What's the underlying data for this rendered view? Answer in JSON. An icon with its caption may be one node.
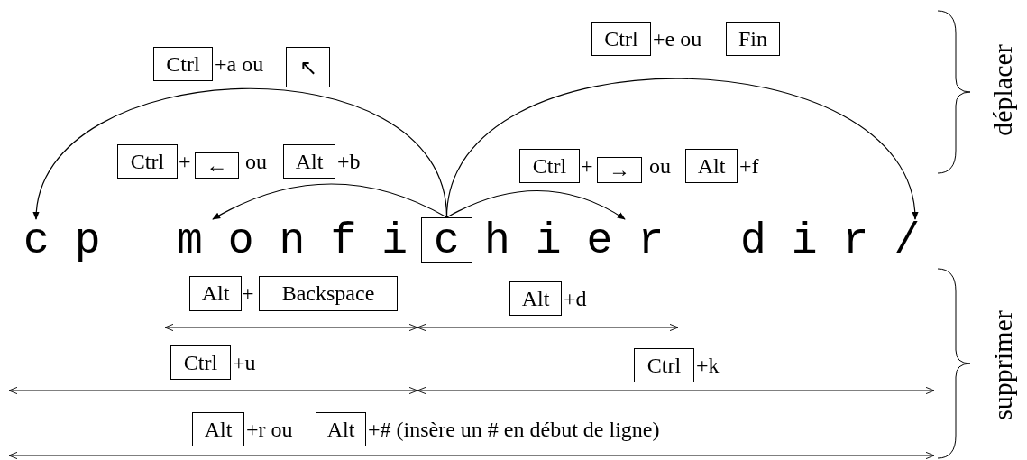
{
  "diagram": {
    "nodes": [
      {
        "text": [
          "Ctrl"
        ]
      },
      {
        "text": [
          "Fin"
        ]
      },
      {
        "text": [
          "Ctrl"
        ]
      },
      {
        "text": [
          "↖"
        ]
      },
      {
        "text": [
          "Ctrl"
        ]
      },
      {
        "text": [
          "←"
        ]
      },
      {
        "text": [
          "Alt"
        ]
      },
      {
        "text": [
          "Ctrl"
        ]
      },
      {
        "text": [
          "→"
        ]
      },
      {
        "text": [
          "Alt"
        ]
      },
      {
        "text": [
          "cp"
        ]
      },
      {
        "text": [
          "monfi"
        ]
      },
      {
        "text": [
          "c"
        ]
      },
      {
        "text": [
          "hier"
        ]
      },
      {
        "text": [
          "dir/"
        ]
      },
      {
        "text": [
          "Alt"
        ]
      },
      {
        "text": [
          "Backspace"
        ]
      },
      {
        "text": [
          "Alt"
        ]
      },
      {
        "text": [
          "Ctrl"
        ]
      },
      {
        "text": [
          "Ctrl"
        ]
      },
      {
        "text": [
          "Alt"
        ]
      },
      {
        "text": [
          "Alt"
        ]
      }
    ],
    "edges": [
      {
        "from": 12,
        "to": 10,
        "arrow": "to"
      },
      {
        "from": 12,
        "to": 14,
        "arrow": "to"
      },
      {
        "from": 12,
        "to": 11,
        "arrow": "to"
      },
      {
        "from": 12,
        "to": 13,
        "arrow": "to"
      }
    ],
    "labels": [
      "+e ou",
      "+a ou",
      "+",
      "ou",
      "+b",
      "+",
      "ou",
      "+f",
      "déplacer",
      "+",
      "+d",
      "+u",
      "+k",
      "+r ou",
      "+# (insère un # en début de ligne)",
      "supprimer"
    ]
  }
}
